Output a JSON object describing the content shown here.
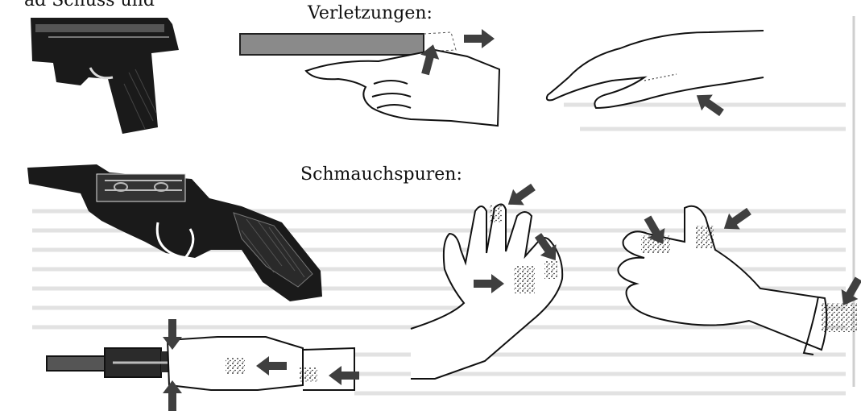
{
  "document": {
    "top_fragment": "ad Schuss und",
    "heading_injuries": "Verletzungen:",
    "heading_gunshot_residue": "Schmauchspuren:"
  },
  "figures": [
    {
      "name": "pistol",
      "kind": "illustration"
    },
    {
      "name": "pistol-slide-injury",
      "kind": "illustration"
    },
    {
      "name": "hand-web-injury",
      "kind": "illustration"
    },
    {
      "name": "revolver",
      "kind": "illustration"
    },
    {
      "name": "revolver-cylinder-gap-hand",
      "kind": "illustration"
    },
    {
      "name": "hand-gsr-fingers",
      "kind": "illustration"
    },
    {
      "name": "hand-gsr-palm-sleeve",
      "kind": "illustration"
    }
  ],
  "colors": {
    "ink": "#111111",
    "arrow": "#3f3f3f",
    "slide": "#8a8a8a",
    "faint_text": "#d9d9d9"
  }
}
